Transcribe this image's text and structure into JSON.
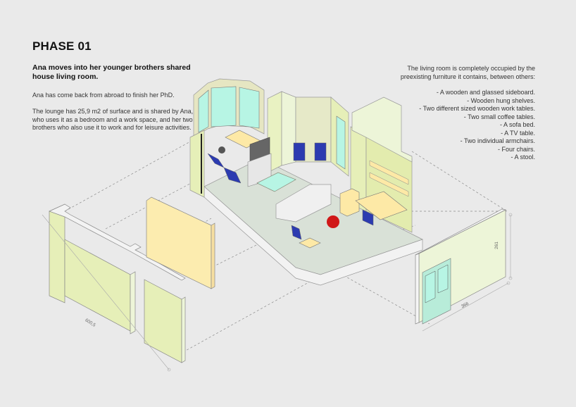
{
  "header": {
    "title": "PHASE 01",
    "subtitle": "Ana moves into her younger brothers shared house living room."
  },
  "left_text": {
    "paragraph_1": "Ana has come back from abroad to finish her PhD.",
    "paragraph_2": "The lounge has 25,9 m2 of surface and is shared by Ana, who uses it as a bedroom and a work space, and her two brothers who also use it to work and for leisure activities."
  },
  "right_text": {
    "intro": "The living room is completely occupied by the preexisting furniture it contains, between others:",
    "items": [
      "- A wooden and glassed sideboard.",
      "- Wooden hung shelves.",
      "- Two different sized wooden work tables.",
      "- Two small coffee tables.",
      "- A sofa bed.",
      "- A TV table.",
      "- Two individual armchairs.",
      "- Four chairs.",
      "- A stool."
    ]
  },
  "dimensions": {
    "left_wall_length": "600,5",
    "right_wall_length": "366",
    "right_wall_height": "261"
  },
  "colors": {
    "background": "#eaeaea",
    "wall": "#e6efb8",
    "wall_light": "#edf5d8",
    "sideboard": "#fcecaf",
    "glass": "#b7f5e4",
    "floor": "#d9e1d7",
    "chair": "#2c3bb0",
    "table": "#fde9a6",
    "red_item": "#d01818"
  }
}
